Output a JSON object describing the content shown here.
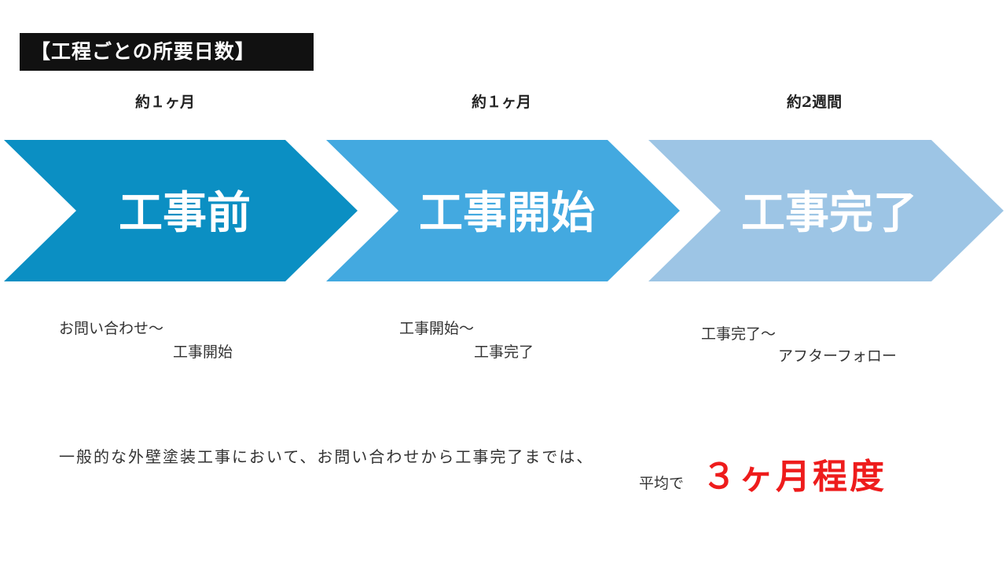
{
  "title": "【工程ごとの所要日数】",
  "stages": [
    {
      "duration": "約１ヶ月",
      "name": "工事前",
      "color": "#0b8fc3",
      "desc_line1": "お問い合わせ〜",
      "desc_line2": "工事開始"
    },
    {
      "duration": "約１ヶ月",
      "name": "工事開始",
      "color": "#43a9e0",
      "desc_line1": "工事開始〜",
      "desc_line2": "工事完了"
    },
    {
      "duration": "約2週間",
      "name": "工事完了",
      "color": "#9dc5e5",
      "desc_line1": "工事完了〜",
      "desc_line2": "アフターフォロー"
    }
  ],
  "summary": {
    "text": "一般的な外壁塗装工事において、お問い合わせから工事完了までは、",
    "avg_label": "平均で",
    "avg_value": "３ヶ月程度"
  }
}
